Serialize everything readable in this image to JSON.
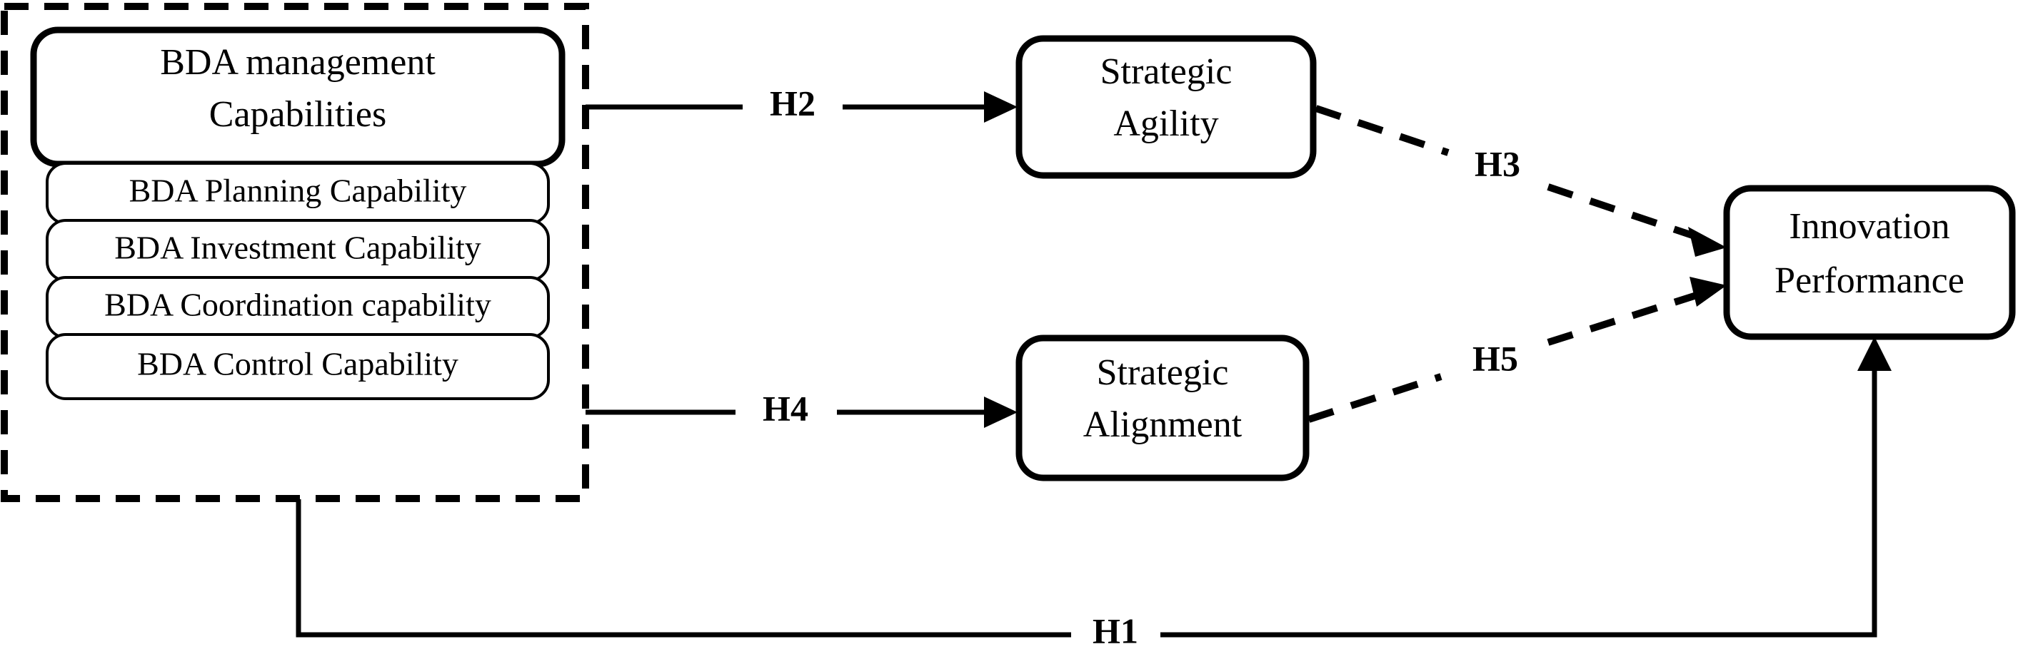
{
  "diagram": {
    "type": "research-model",
    "title": "",
    "background_color": "#ffffff",
    "line_color": "#000000",
    "group": {
      "name": "bda-capability-group",
      "border_style": "dashed",
      "label": ""
    },
    "nodes": [
      {
        "id": "bda-management-capabilities",
        "label_line1": "BDA management",
        "label_line2": "Capabilities",
        "border": "thick",
        "shape": "rounded-rectangle"
      },
      {
        "id": "bda-planning-capability",
        "label": "BDA Planning Capability",
        "border": "thin",
        "shape": "rounded-rectangle"
      },
      {
        "id": "bda-investment-capability",
        "label": "BDA Investment Capability",
        "border": "thin",
        "shape": "rounded-rectangle"
      },
      {
        "id": "bda-coordination-capability",
        "label": "BDA Coordination capability",
        "border": "thin",
        "shape": "rounded-rectangle"
      },
      {
        "id": "bda-control-capability",
        "label": "BDA Control Capability",
        "border": "thin",
        "shape": "rounded-rectangle"
      },
      {
        "id": "strategic-agility",
        "label_line1": "Strategic",
        "label_line2": "Agility",
        "border": "thick",
        "shape": "rounded-rectangle"
      },
      {
        "id": "strategic-alignment",
        "label_line1": "Strategic",
        "label_line2": "Alignment",
        "border": "thick",
        "shape": "rounded-rectangle"
      },
      {
        "id": "innovation-performance",
        "label_line1": "Innovation",
        "label_line2": "Performance",
        "border": "thick",
        "shape": "rounded-rectangle"
      }
    ],
    "edges": [
      {
        "id": "h1",
        "label": "H1",
        "from": "bda-capability-group",
        "to": "innovation-performance",
        "style": "solid",
        "arrow": true
      },
      {
        "id": "h2",
        "label": "H2",
        "from": "bda-capability-group",
        "to": "strategic-agility",
        "style": "solid",
        "arrow": true
      },
      {
        "id": "h3",
        "label": "H3",
        "from": "strategic-agility",
        "to": "innovation-performance",
        "style": "dashed",
        "arrow": true
      },
      {
        "id": "h4",
        "label": "H4",
        "from": "bda-capability-group",
        "to": "strategic-alignment",
        "style": "solid",
        "arrow": true
      },
      {
        "id": "h5",
        "label": "H5",
        "from": "strategic-alignment",
        "to": "innovation-performance",
        "style": "dashed",
        "arrow": true
      }
    ]
  }
}
